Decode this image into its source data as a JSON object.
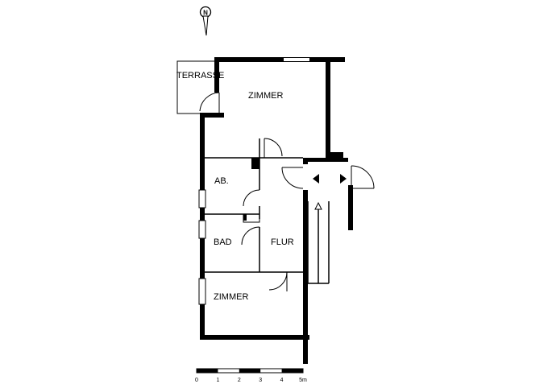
{
  "compass": {
    "letter": "N"
  },
  "rooms": {
    "terrasse": "TERRASSE",
    "zimmer_top": "ZIMMER",
    "ab": "AB.",
    "bad": "BAD",
    "flur": "FLUR",
    "zimmer_bottom": "ZIMMER"
  },
  "scale": {
    "ticks": [
      "0",
      "1",
      "2",
      "3",
      "4",
      "5m"
    ]
  }
}
